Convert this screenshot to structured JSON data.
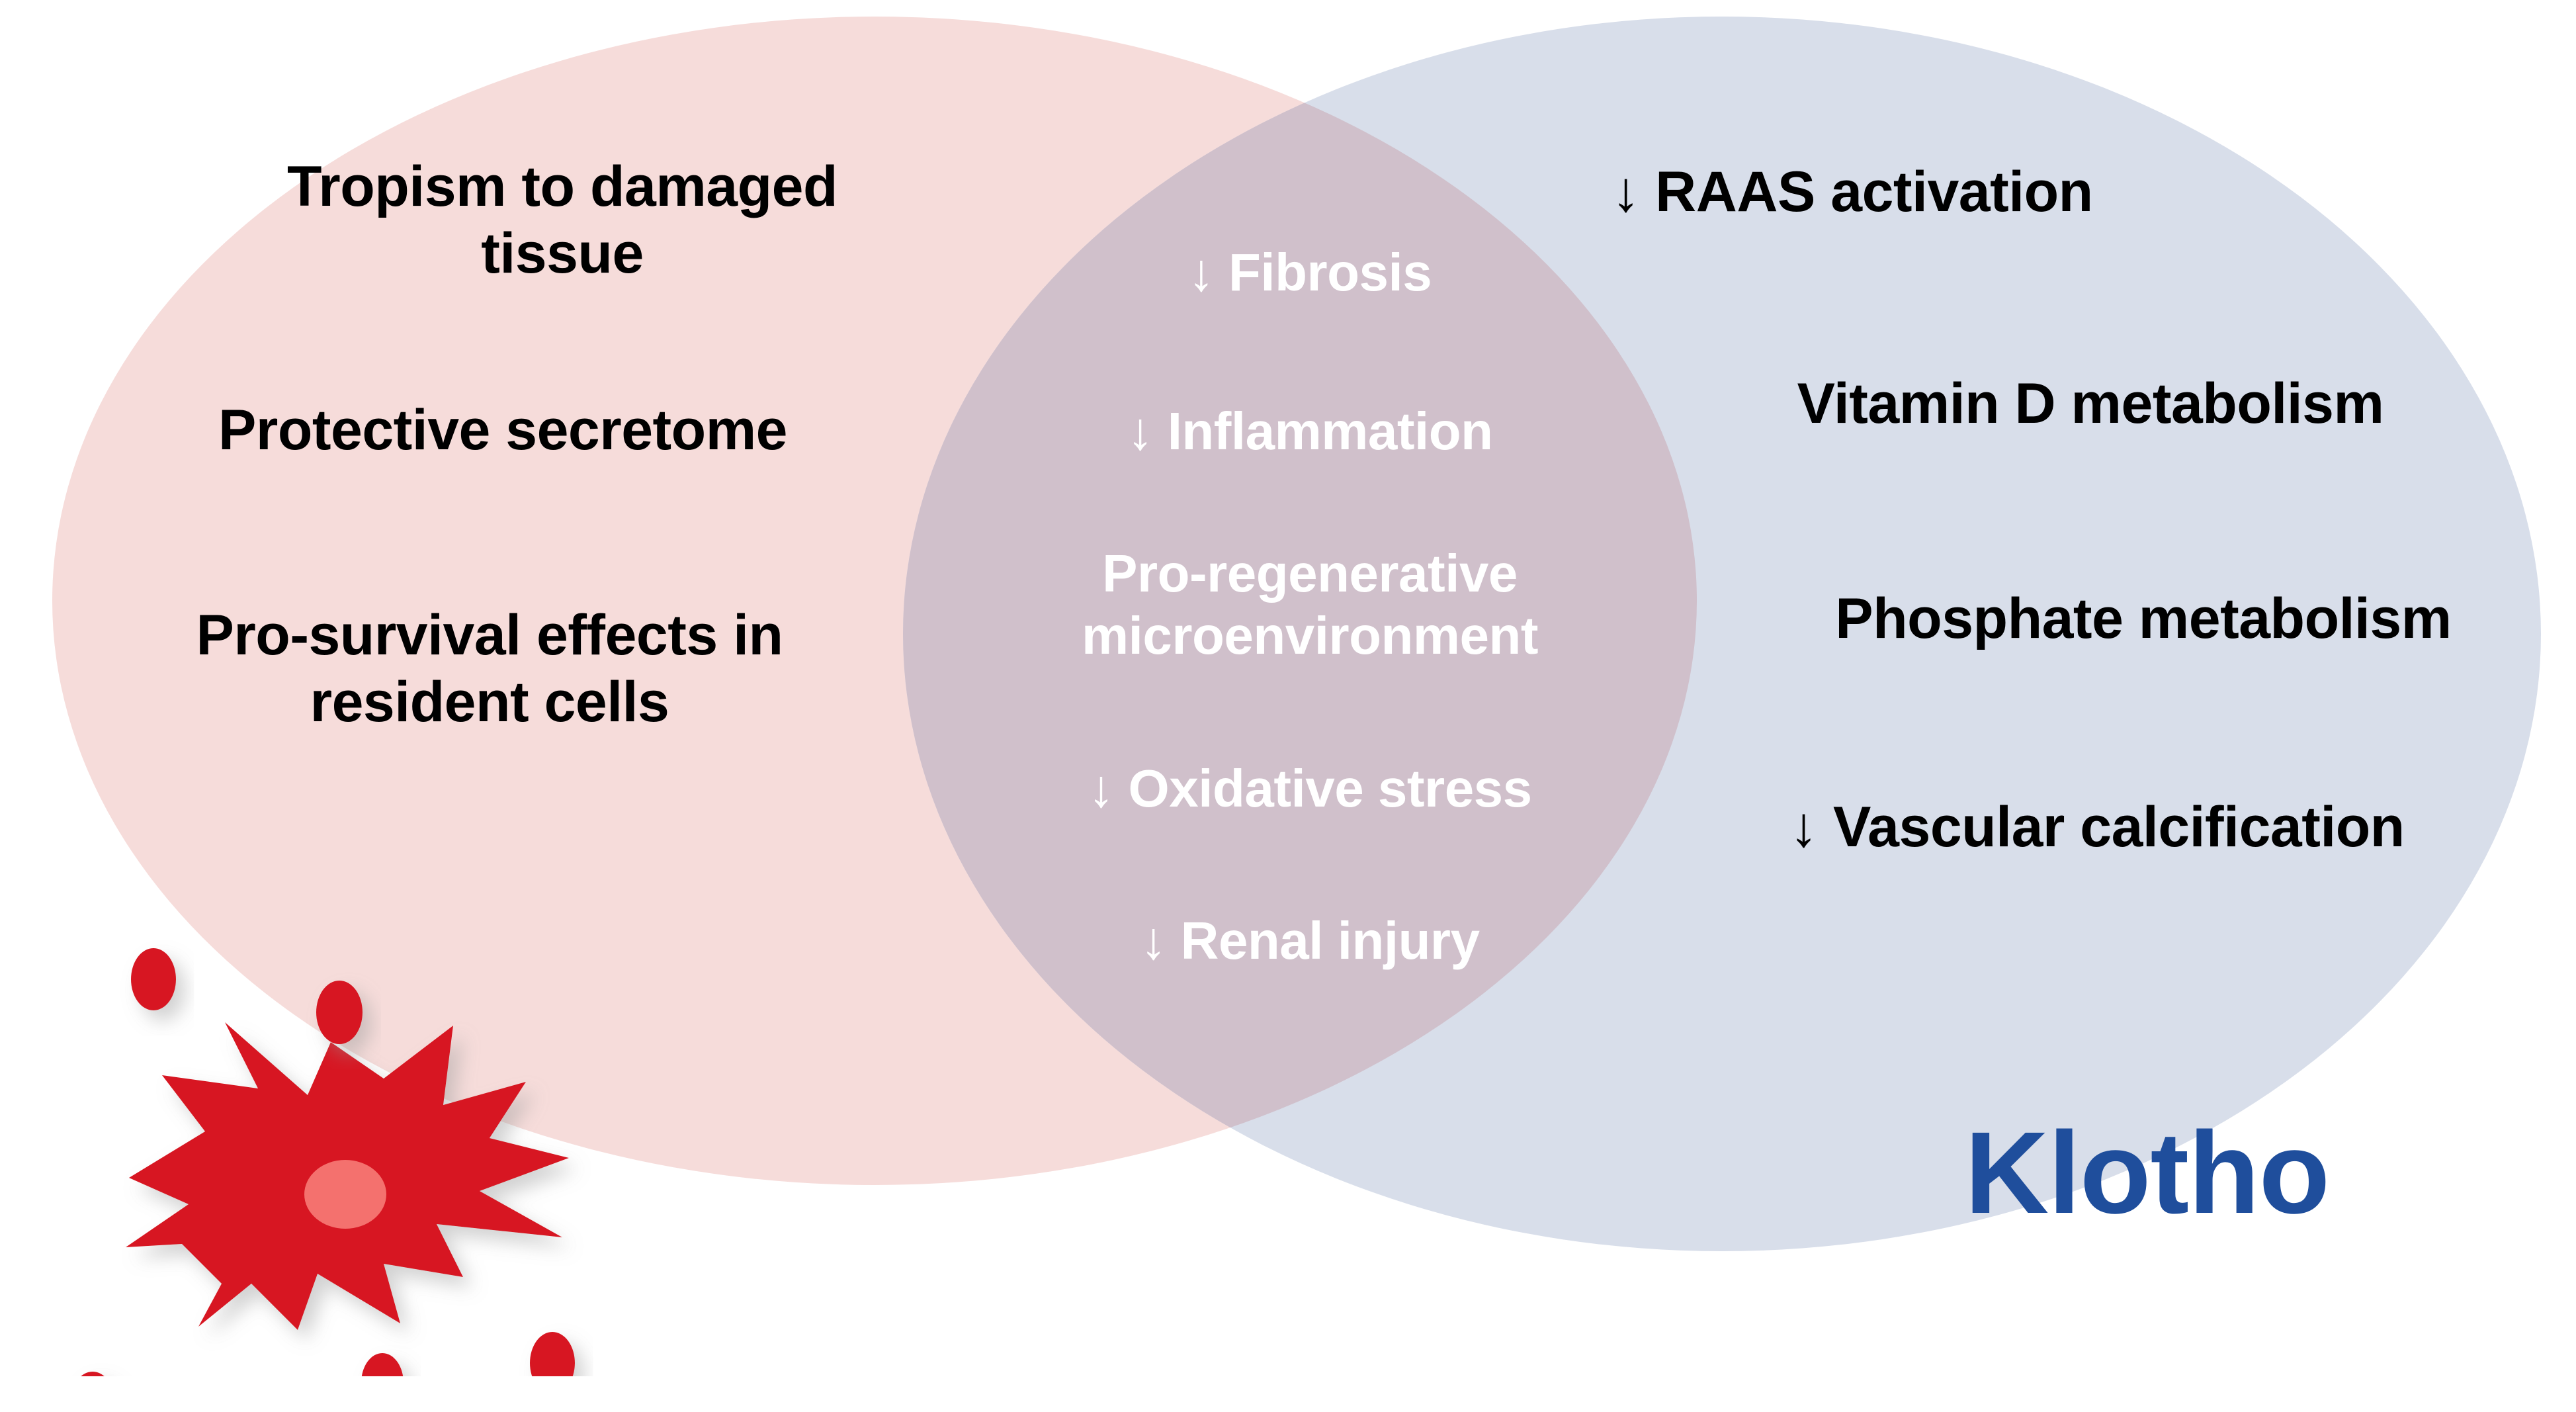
{
  "diagram": {
    "type": "venn-two-circle",
    "colors": {
      "left_circle_fill": "#F6DCDA",
      "right_circle_fill": "#D8DEEA",
      "intersection_fill": "#D0C0CB",
      "left_text": "#000000",
      "right_text": "#000000",
      "intersection_text": "#FFFFFF",
      "brand_text": "#1F4E9C",
      "cell_body": "#D71920",
      "cell_nucleus": "#F4716E",
      "background": "#FFFFFF"
    },
    "left_circle": {
      "name": "mesenchymal-stromal-cell-set",
      "items": [
        "Tropism to damaged tissue",
        "Protective secretome",
        "Pro-survival effects in resident cells"
      ]
    },
    "intersection": {
      "name": "shared-effects-set",
      "items": [
        "↓ Fibrosis",
        "↓ Inflammation",
        "Pro-regenerative microenvironment",
        "↓ Oxidative stress",
        "↓ Renal injury"
      ]
    },
    "right_circle": {
      "name": "klotho-set",
      "label": "Klotho",
      "items": [
        "↓ RAAS activation",
        "Vitamin D metabolism",
        "Phosphate metabolism",
        "↓ Vascular calcification"
      ]
    },
    "illustration": {
      "name": "stem-cell-with-extracellular-vesicles",
      "vesicle_count": 5
    }
  }
}
